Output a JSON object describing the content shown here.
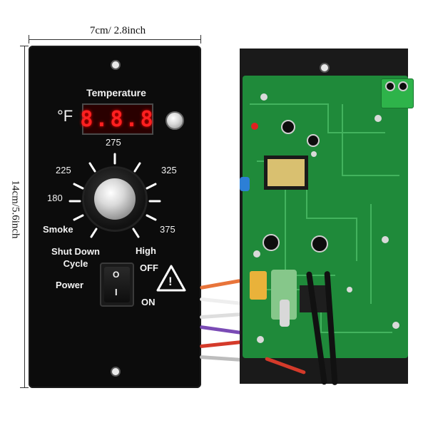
{
  "dimensions": {
    "width_label": "7cm/ 2.8inch",
    "height_label": "14cm/5.6inch"
  },
  "panel": {
    "temperature_label": "Temperature",
    "unit_label": "°F",
    "display_text": "8.8.8",
    "dial_labels": {
      "t275": "275",
      "t225": "225",
      "t325": "325",
      "t180": "180",
      "t375": "375",
      "smoke": "Smoke",
      "high": "High"
    },
    "shutdown_label": "Shut Down\nCycle",
    "power_label": "Power",
    "off_label": "OFF",
    "on_label": "ON",
    "switch_off_mark": "O",
    "switch_on_mark": "I",
    "warning_mark": "!"
  },
  "colors": {
    "panel": "#0c0c0c",
    "display_digits": "#ff2020",
    "pcb": "#1f8a3a",
    "terminal_block": "#2eb34a"
  }
}
